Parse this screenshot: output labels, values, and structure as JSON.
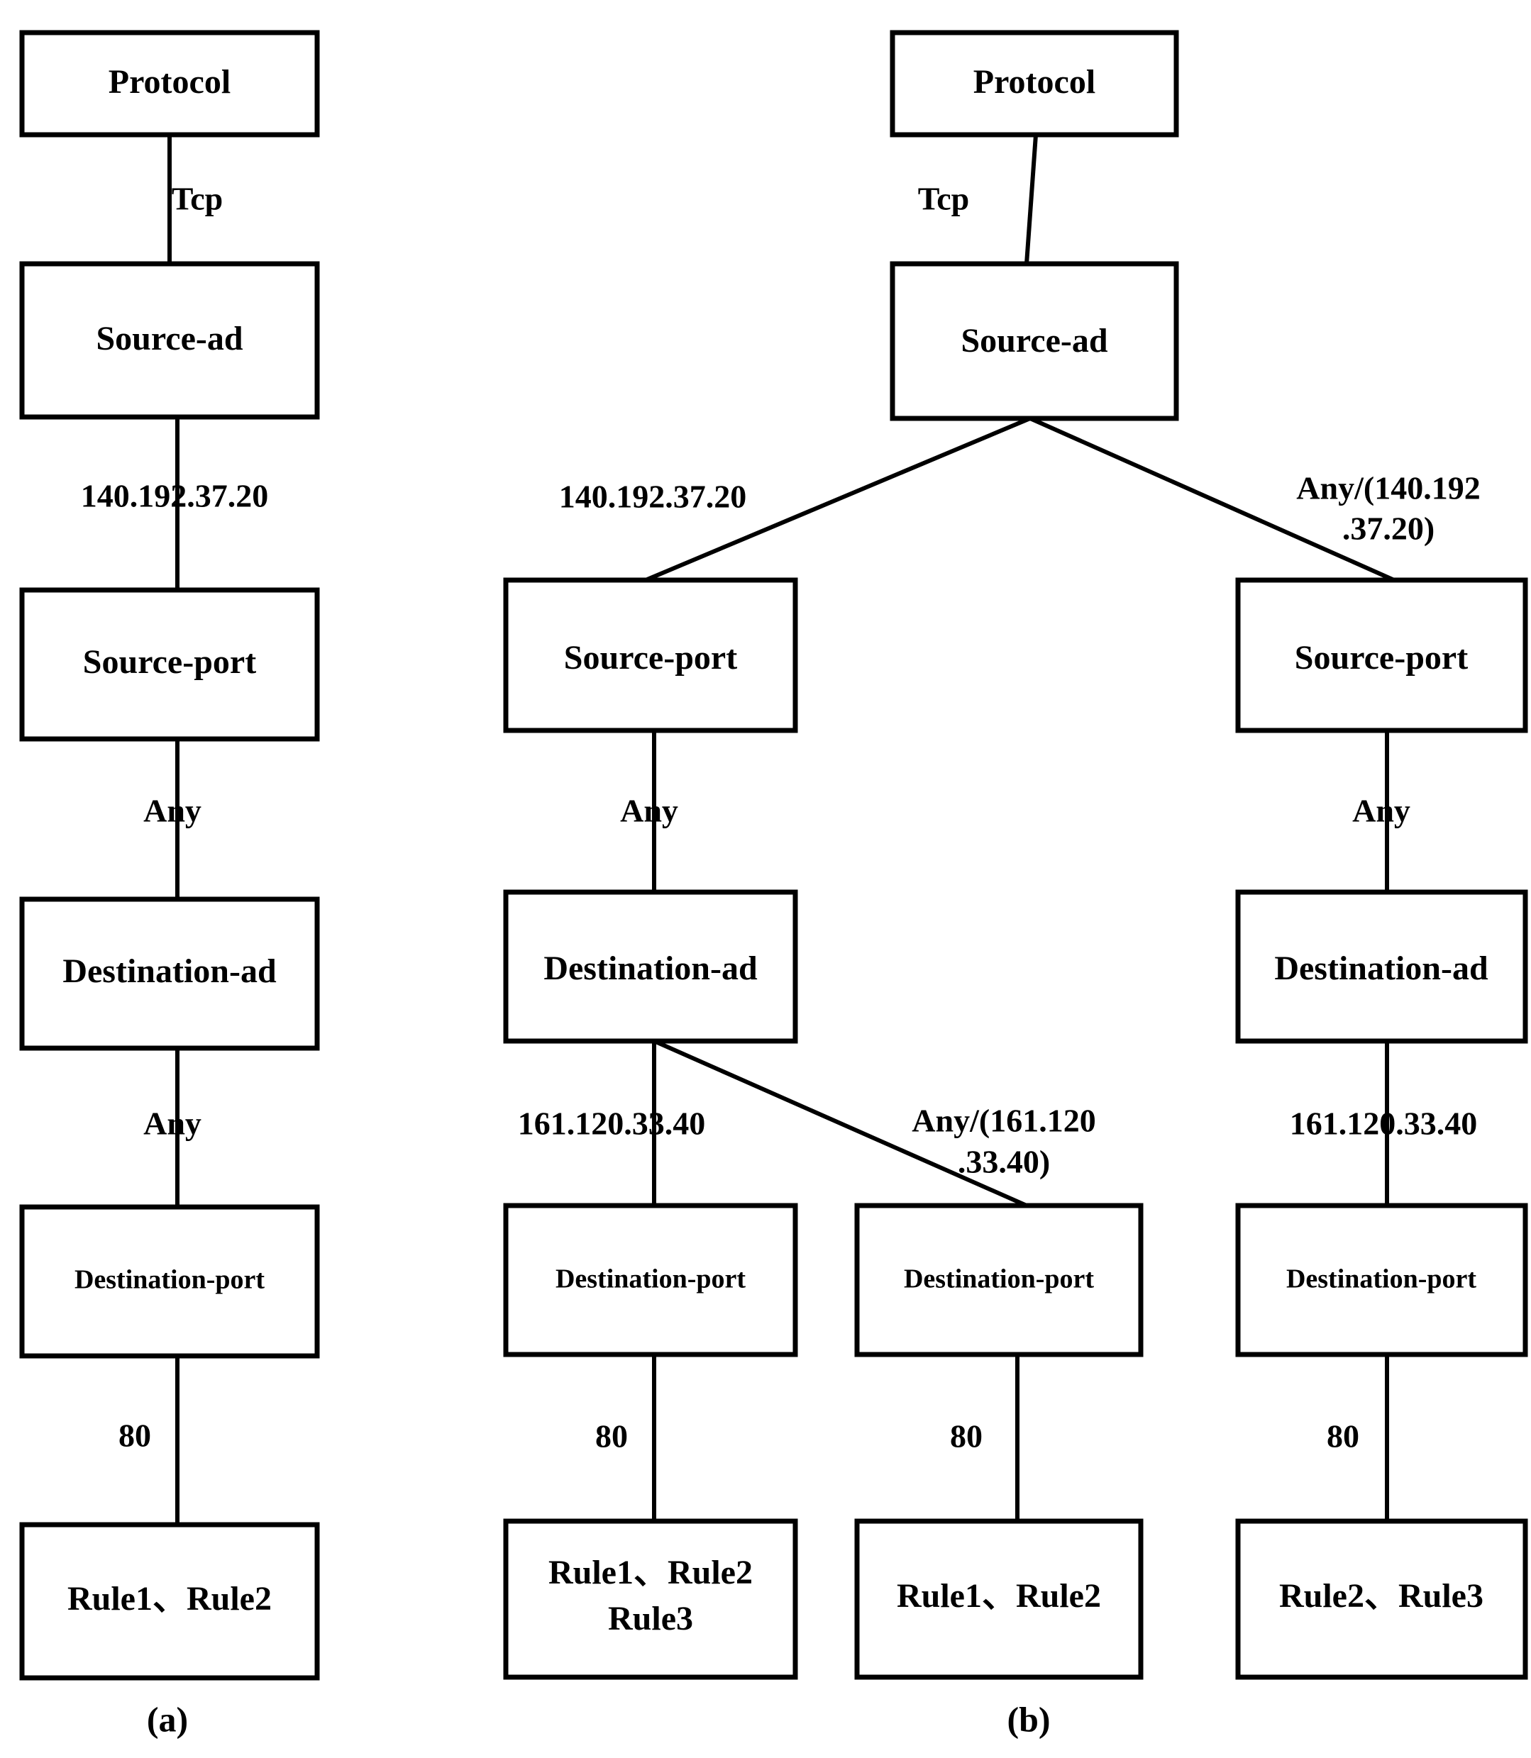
{
  "figure": {
    "type": "diagram",
    "description": "Firewall rule policy tree decomposition",
    "panels": [
      {
        "id": "a",
        "caption": "(a)"
      },
      {
        "id": "b",
        "caption": "(b)"
      }
    ]
  },
  "nodes": {
    "a_protocol": "Protocol",
    "a_source_ad": "Source-ad",
    "a_source_port": "Source-port",
    "a_destination_ad": "Destination-ad",
    "a_destination_port": "Destination-port",
    "a_rules": "Rule1、Rule2",
    "b_protocol": "Protocol",
    "b_source_ad": "Source-ad",
    "b_source_port_1": "Source-port",
    "b_source_port_2": "Source-port",
    "b_destination_ad_1": "Destination-ad",
    "b_destination_ad_2": "Destination-ad",
    "b_destination_port_1": "Destination-port",
    "b_destination_port_2": "Destination-port",
    "b_destination_port_3": "Destination-port",
    "b_rules_1_line1": "Rule1、Rule2",
    "b_rules_1_line2": "Rule3",
    "b_rules_2": "Rule1、Rule2",
    "b_rules_3": "Rule2、Rule3"
  },
  "edges": {
    "a_tcp": "Tcp",
    "a_src_ip": "140.192.37.20",
    "a_src_port": "Any",
    "a_dst_ip": "Any",
    "a_dst_port": "80",
    "b_tcp": "Tcp",
    "b_src_ip_left": "140.192.37.20",
    "b_src_ip_right_line1": "Any/(140.192",
    "b_src_ip_right_line2": ".37.20)",
    "b_src_port_left": "Any",
    "b_src_port_right": "Any",
    "b_dst_ip_left": "161.120.33.40",
    "b_dst_ip_mid_line1": "Any/(161.120",
    "b_dst_ip_mid_line2": ".33.40)",
    "b_dst_ip_right": "161.120.33.40",
    "b_dst_port_1": "80",
    "b_dst_port_2": "80",
    "b_dst_port_3": "80"
  },
  "captions": {
    "panel_a": "(a)",
    "panel_b": "(b)"
  },
  "colors": {
    "background": "#ffffff",
    "stroke": "#000000",
    "text": "#000000"
  }
}
